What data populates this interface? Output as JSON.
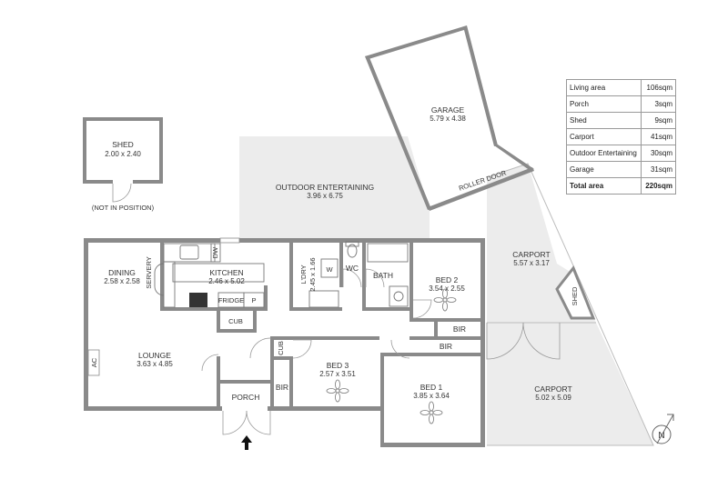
{
  "rooms": {
    "shed_detached": {
      "name": "SHED",
      "dims": "2.00 x 2.40",
      "note": "(NOT IN POSITION)"
    },
    "garage": {
      "name": "GARAGE",
      "dims": "5.79 x 4.38",
      "door": "ROLLER DOOR"
    },
    "outdoor_entertaining": {
      "name": "OUTDOOR ENTERTAINING",
      "dims": "3.96 x 6.75"
    },
    "carport_top": {
      "name": "CARPORT",
      "dims": "5.57 x 3.17"
    },
    "shed_small": {
      "name": "SHED"
    },
    "carport_bottom": {
      "name": "CARPORT",
      "dims": "5.02 x 5.09"
    },
    "dining": {
      "name": "DINING",
      "dims": "2.58 x 2.58"
    },
    "servery": {
      "name": "SERVERY"
    },
    "kitchen": {
      "name": "KITCHEN",
      "dims": "2.46 x 5.02"
    },
    "dw": {
      "name": "DW"
    },
    "fridge": {
      "name": "FRIDGE"
    },
    "pantry": {
      "name": "P"
    },
    "cub_kitchen": {
      "name": "CUB"
    },
    "laundry": {
      "name": "L'DRY",
      "dims": "2.45 x 1.66"
    },
    "washer": {
      "name": "W"
    },
    "wc": {
      "name": "WC"
    },
    "bath": {
      "name": "BATH"
    },
    "bed2": {
      "name": "BED 2",
      "dims": "3.54 x 2.55"
    },
    "bir_bed2": {
      "name": "BIR"
    },
    "bir_bed1": {
      "name": "BIR"
    },
    "lounge": {
      "name": "LOUNGE",
      "dims": "3.63 x 4.85"
    },
    "ac": {
      "name": "AC"
    },
    "cub_hall": {
      "name": "CUB"
    },
    "bir_bed3": {
      "name": "BIR"
    },
    "bed3": {
      "name": "BED 3",
      "dims": "2.57 x 3.51"
    },
    "bed1": {
      "name": "BED 1",
      "dims": "3.85 x 3.64"
    },
    "porch": {
      "name": "PORCH"
    }
  },
  "compass": {
    "label": "N"
  },
  "areas": [
    {
      "label": "Living area",
      "value": "106sqm"
    },
    {
      "label": "Porch",
      "value": "3sqm"
    },
    {
      "label": "Shed",
      "value": "9sqm"
    },
    {
      "label": "Carport",
      "value": "41sqm"
    },
    {
      "label": "Outdoor Entertaining",
      "value": "30sqm"
    },
    {
      "label": "Garage",
      "value": "31sqm"
    }
  ],
  "total": {
    "label": "Total area",
    "value": "220sqm"
  },
  "colors": {
    "wall": "#8a8a8a",
    "exterior_fill": "#ececec",
    "text": "#333333"
  }
}
